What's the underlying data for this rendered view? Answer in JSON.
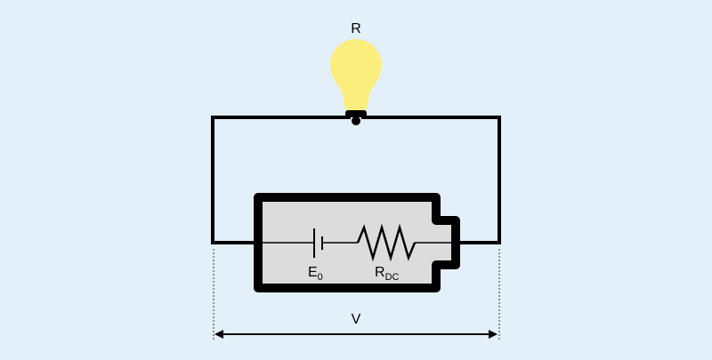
{
  "diagram": {
    "lamp_label": "R",
    "emf_label": {
      "main": "E",
      "sub": "0"
    },
    "resistor_label": {
      "main": "R",
      "sub": "DC"
    },
    "voltage_label": "V",
    "icons": {
      "lamp": "light-bulb-icon",
      "cell": "dc-cell-symbol",
      "resistor": "resistor-symbol"
    },
    "colors": {
      "background": "#e3eff9",
      "bulb": "#fcee7d",
      "battery_fill": "#dcdcdc",
      "line": "#000000"
    }
  }
}
